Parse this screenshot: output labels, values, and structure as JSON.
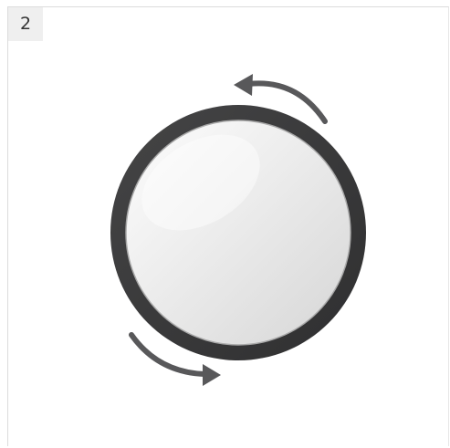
{
  "step": {
    "number": "2"
  },
  "illustration": {
    "subject": "rotate-knob",
    "colors": {
      "ring": "#3a3a3b",
      "face_light": "#fbfbfb",
      "face_dark": "#d9d9d9",
      "face_edge": "#a9a9a9",
      "arrow": "#58585a",
      "frame_border": "#dcdcdc",
      "badge_bg": "#efefef"
    },
    "arrows": [
      {
        "icon": "rotate-ccw-arrow-icon",
        "direction": "counter-clockwise"
      },
      {
        "icon": "rotate-ccw-arrow-icon",
        "direction": "counter-clockwise"
      }
    ]
  }
}
